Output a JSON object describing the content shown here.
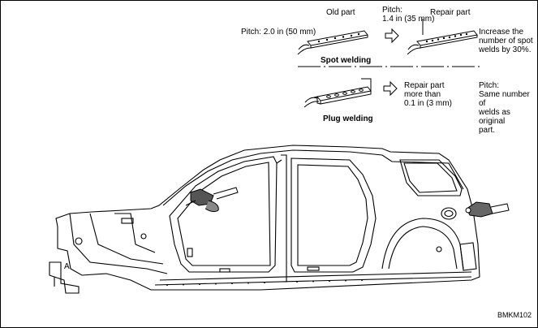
{
  "spot": {
    "old_part": "Old part",
    "pitch_old": "Pitch: 2.0 in (50 mm)",
    "pitch_new_label": "Pitch:",
    "pitch_new_value": "1.4 in (35 mm)",
    "repair_part": "Repair part",
    "note": "Increase the\nnumber of spot\nwelds by 30%.",
    "title": "Spot welding"
  },
  "plug": {
    "repair_part": "Repair part\nmore than\n0.1 in (3 mm)",
    "pitch_note": "Pitch:\nSame number of\nwelds as original\npart.",
    "title": "Plug welding"
  },
  "vehicle": {
    "label_a": "A"
  },
  "code": "BMKM102"
}
